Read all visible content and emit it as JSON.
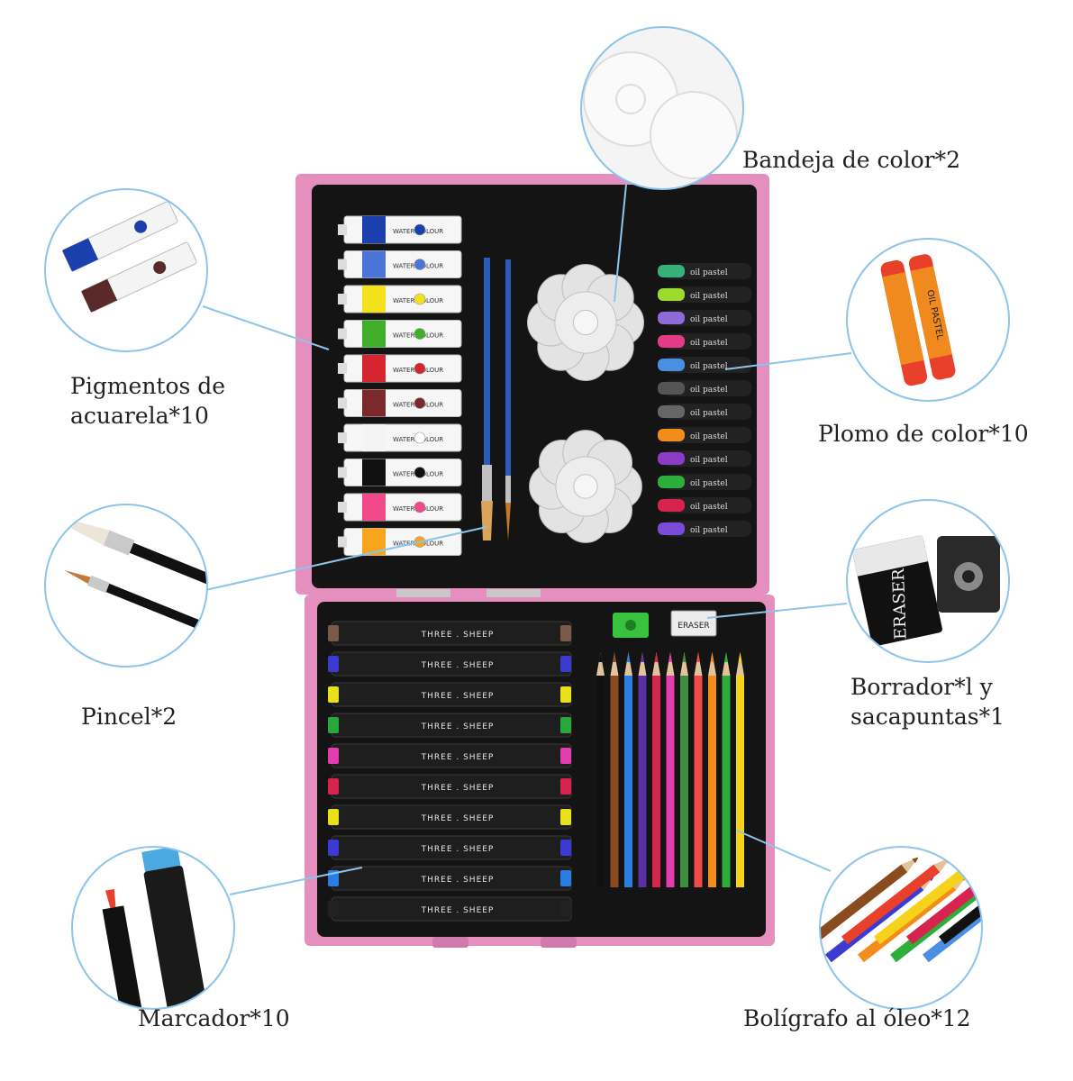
{
  "labels": {
    "tray": "Bandeja de color*2",
    "watercolor_1": "Pigmentos de",
    "watercolor_2": "acuarela*10",
    "crayon": "Plomo de color*10",
    "brush": "Pincel*2",
    "eraser_1": "Borrador*l y",
    "eraser_2": "sacapuntas*1",
    "marker": "Marcador*10",
    "pencil": "Bolígrafo al óleo*12"
  },
  "product_text": {
    "tube_label": "WATER COLOUR",
    "crayon_label": "oil pastel",
    "marker_label": "THREE . SHEEP",
    "eraser_label": "ERASER",
    "pastel_closeup_label": "OIL PASTEL"
  },
  "colors": {
    "case_pink": "#e58fbf",
    "case_black": "#141414",
    "callout_line": "#8cc4ea",
    "watercolors": [
      "#1c3fae",
      "#4b74d8",
      "#f3e21b",
      "#3fae2a",
      "#d6252e",
      "#7a2a2a",
      "#f4f4f4",
      "#111111",
      "#f04a8a",
      "#f7a51d"
    ],
    "crayons": [
      "#37b07a",
      "#9ed92e",
      "#8e6bd6",
      "#e23c86",
      "#4a8fe0",
      "#555555",
      "#666666",
      "#f28c1b",
      "#8c3bc4",
      "#2dae3a",
      "#d6244f",
      "#7a4bd6"
    ],
    "marker_caps": [
      "#7a5a48",
      "#3b3bd1",
      "#e8e01a",
      "#28a83a",
      "#e23cae",
      "#d6244f",
      "#e8e01a",
      "#3b3bd1",
      "#2a7de1",
      "#222222"
    ],
    "pencils": [
      "#111111",
      "#8a4b1f",
      "#2a7de1",
      "#5a2ea6",
      "#d6244f",
      "#e23cae",
      "#3d8f3d",
      "#f04a4a",
      "#f28c1b",
      "#2dae3a",
      "#f7d21b"
    ]
  }
}
